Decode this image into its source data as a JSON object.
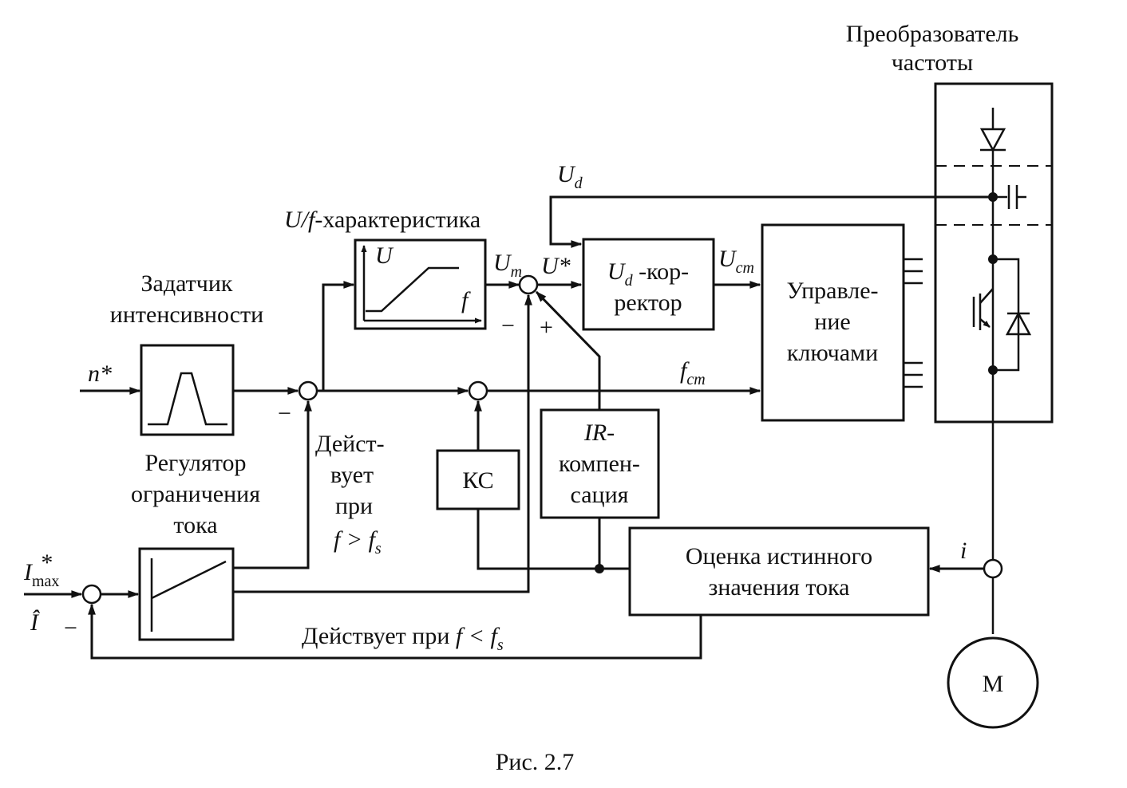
{
  "converter": {
    "title_line1": "Преобразователь",
    "title_line2": "частоты"
  },
  "ramp": {
    "label_line1": "Задатчик",
    "label_line2": "интенсивности"
  },
  "uf": {
    "label_prefix": "U/f",
    "label_suffix": "-характеристика",
    "axis_u": "U",
    "axis_f": "f"
  },
  "limiter": {
    "label_line1": "Регулятор",
    "label_line2": "ограничения",
    "label_line3": "тока"
  },
  "corrector": {
    "sym": "U",
    "sub": "d",
    "line1_rest": " -кор-",
    "line2": "ректор"
  },
  "control": {
    "line1": "Управле-",
    "line2": "ние",
    "line3": "ключами"
  },
  "kc": {
    "label": "КС"
  },
  "ir": {
    "line1_it": "IR",
    "line1_rest": "-",
    "line2": "компен-",
    "line3": "сация"
  },
  "estimator": {
    "line1": "Оценка истинного",
    "line2": "значения тока"
  },
  "motor": {
    "label": "М"
  },
  "signals": {
    "n_star": "n*",
    "imax_sym": "I",
    "imax_sub": "max",
    "imax_star": "*",
    "ihat": "Î",
    "minus": "−",
    "plus": "+",
    "um_sym": "U",
    "um_sub": "m",
    "ustar": "U*",
    "ud_sym": "U",
    "ud_sub": "d",
    "ust_sym": "U",
    "ust_sub": "ст",
    "fst_sym": "f",
    "fst_sub": "ст",
    "i": "i"
  },
  "notes": {
    "acts_line1": "Дейст-",
    "acts_line2": "вует",
    "acts_line3": "при",
    "acts_line4_pre": "f > f",
    "acts_line4_sub": "s",
    "bottom_pre": "Действует при ",
    "bottom_it": "f < f",
    "bottom_sub": "s"
  },
  "caption": "Рис. 2.7"
}
